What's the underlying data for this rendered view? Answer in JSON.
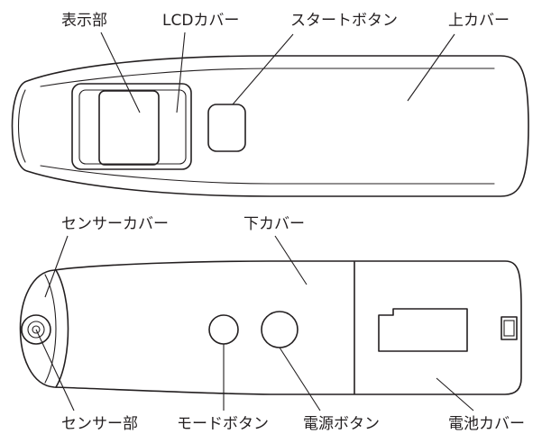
{
  "labels": {
    "display": "表示部",
    "lcd_cover": "LCDカバー",
    "start_button": "スタートボタン",
    "upper_cover": "上カバー",
    "sensor_cover": "センサーカバー",
    "lower_cover": "下カバー",
    "sensor": "センサー部",
    "mode_button": "モードボタン",
    "power_button": "電源ボタン",
    "battery_cover": "電池カバー"
  }
}
